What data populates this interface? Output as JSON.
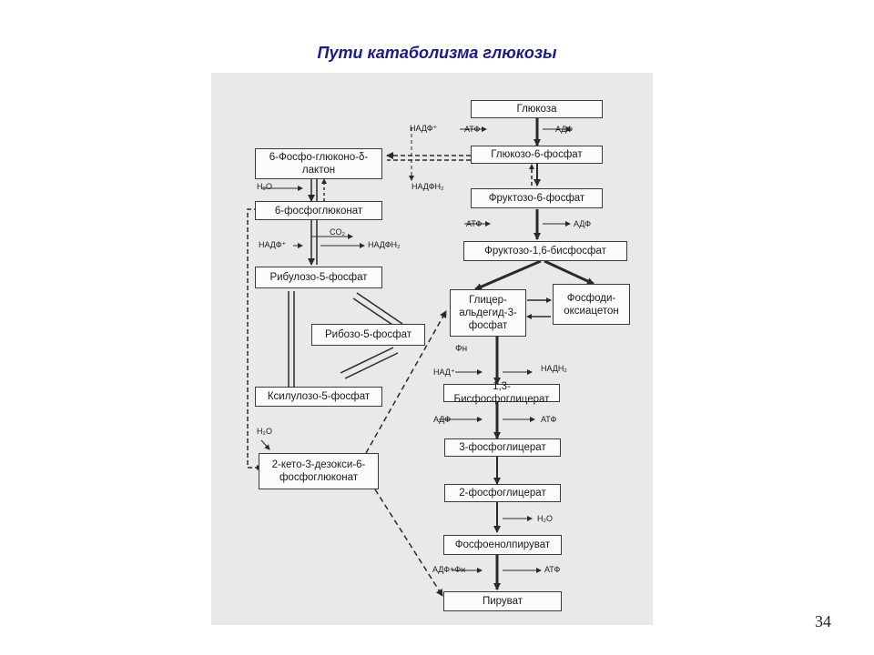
{
  "slide": {
    "title": "Пути катаболизма глюкозы",
    "page_number": "34"
  },
  "boxes": {
    "glucose": "Глюкоза",
    "g6p": "Глюкозо-6-фосфат",
    "f6p": "Фруктозо-6-фосфат",
    "f16bp": "Фруктозо-1,6-бисфосфат",
    "gap": "Глицер-альдегид-3-фосфат",
    "dhap": "Фосфоди-оксиацетон",
    "bpg13": "1,3-Бисфосфоглицерат",
    "pg3": "3-фосфоглицерат",
    "pg2": "2-фосфоглицерат",
    "pep": "Фосфоенолпируват",
    "pyruvate": "Пируват",
    "lactone": "6-Фосфо-глюконо-δ-лактон",
    "gluconate6p": "6-фосфоглюконат",
    "ribulose5p": "Рибулозо-5-фосфат",
    "ribose5p": "Рибозо-5-фосфат",
    "xylulose5p": "Ксилулозо-5-фосфат",
    "kdpg": "2-кето-3-дезокси-6-фосфоглюконат"
  },
  "labels": {
    "atp_1": "АТФ",
    "adp_1": "АДФ",
    "atp_2": "АТФ",
    "adp_2": "АДФ",
    "nadp_1": "НАДФ⁺",
    "nadph_1": "НАДФН₂",
    "h2o_1": "H₂O",
    "co2": "CO₂",
    "nadp_2": "НАДФ⁺",
    "nadph_2": "НАДФН₂",
    "pi_1": "Фн",
    "nad": "НАД⁺",
    "nadh": "НАДН₂",
    "adp_3": "АДФ",
    "atp_3": "АТФ",
    "h2o_2": "H₂O",
    "adp_pi": "АДФ+Фн",
    "atp_4": "АТФ",
    "h2o_3": "H₂O"
  }
}
